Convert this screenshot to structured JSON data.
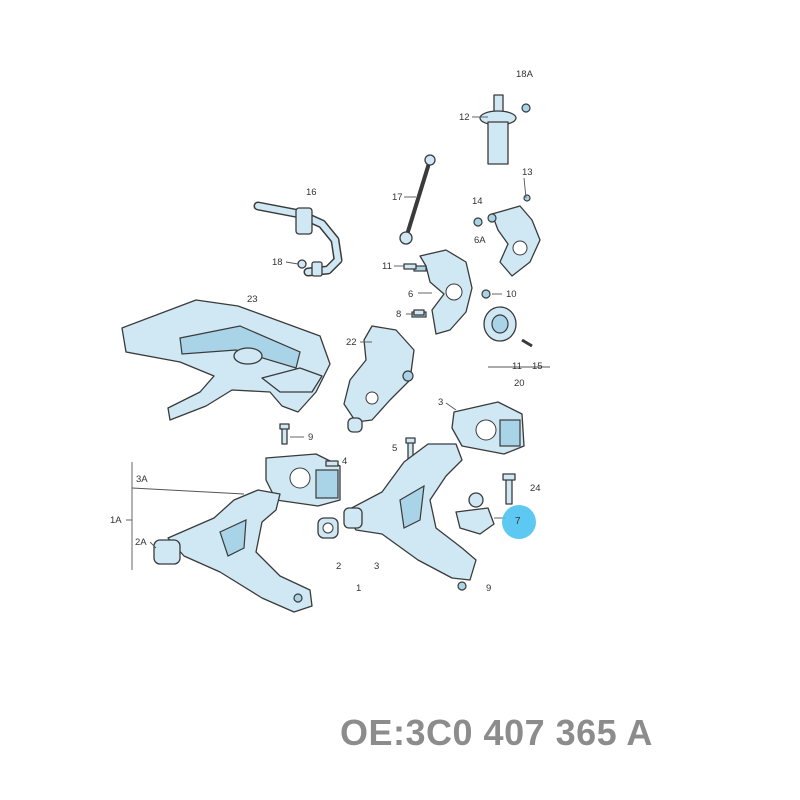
{
  "labels": {
    "l18A": "18A",
    "l12": "12",
    "l13": "13",
    "l16": "16",
    "l17": "17",
    "l14": "14",
    "l6A": "6A",
    "l18": "18",
    "l11a": "11",
    "l10": "10",
    "l6": "6",
    "l8": "8",
    "l23": "23",
    "l22": "22",
    "l11b": "11",
    "l15": "15",
    "l20": "20",
    "l3a": "3",
    "l9a": "9",
    "l5": "5",
    "l4": "4",
    "l3A": "3A",
    "l24": "24",
    "l1A": "1A",
    "l2A": "2A",
    "l2": "2",
    "l3b": "3",
    "l1": "1",
    "l9b": "9",
    "l7": "7"
  },
  "part_number": "OE:3C0 407 365 A",
  "colors": {
    "part_fill": "#cfe8f3",
    "highlight": "#4cc3f0",
    "part_number_text": "#8c8c8c"
  }
}
